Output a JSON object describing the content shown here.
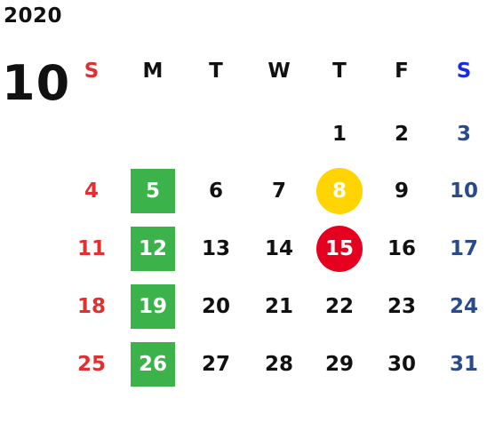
{
  "calendar": {
    "year": "2020",
    "month": "10",
    "weekday_headers": [
      "S",
      "M",
      "T",
      "W",
      "T",
      "F",
      "S"
    ],
    "first_weekday_index": 4,
    "days_in_month": 31,
    "colors": {
      "sunday": "#e03030",
      "saturday_header": "#1a2ee0",
      "saturday": "#2a4a8c",
      "weekday": "#111111",
      "monday_highlight": "#3cb34a",
      "yellow_highlight": "#ffd400",
      "red_highlight": "#e60020"
    },
    "highlights": [
      {
        "day": 5,
        "shape": "square",
        "color": "#3cb34a"
      },
      {
        "day": 12,
        "shape": "square",
        "color": "#3cb34a"
      },
      {
        "day": 19,
        "shape": "square",
        "color": "#3cb34a"
      },
      {
        "day": 26,
        "shape": "square",
        "color": "#3cb34a"
      },
      {
        "day": 8,
        "shape": "circle",
        "color": "#ffd400"
      },
      {
        "day": 15,
        "shape": "circle",
        "color": "#e60020"
      }
    ]
  }
}
